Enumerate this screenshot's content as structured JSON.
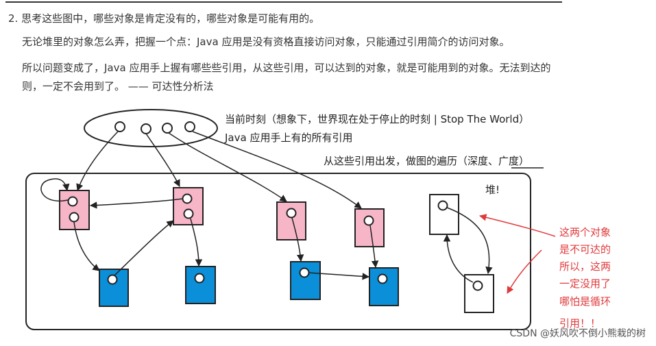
{
  "paragraphs": {
    "question": "2. 思考这些图中，哪些对象是肯定没有的，哪些对象是可能有用的。",
    "principle": "无论堆里的对象怎么弄，把握一个点：Java 应用是没有资格直接访问对象，只能通过引用简介的访问对象。",
    "conclusion_line1": "所以问题变成了，Java 应用手上握有哪些些引用，从这些引用，可以达到的对象，就是可能用到的对象。无法到达的",
    "conclusion_line2": "则，一定不会用到了。 —— 可达性分析法"
  },
  "diagram": {
    "annotation_moment": "当前时刻（想象下，世界现在处于停止的时刻 | Stop The World）",
    "annotation_refs": "Java 应用手上有的所有引用",
    "annotation_traverse": "从这些引用出发，做图的遍历（深度、广度）",
    "heap_label": "堆!",
    "red_note_lines": [
      "这两个对象",
      "是不可达的",
      "所以，这两",
      "一定没用了",
      "哪怕是循环",
      "引用！！"
    ],
    "colors": {
      "pink": "#f7b5c8",
      "blue": "#0a8fd8",
      "white": "#ffffff",
      "red_note": "#e0393b",
      "stroke": "#222222"
    }
  },
  "watermark": "CSDN @妖风吹不倒小熊栽的树"
}
